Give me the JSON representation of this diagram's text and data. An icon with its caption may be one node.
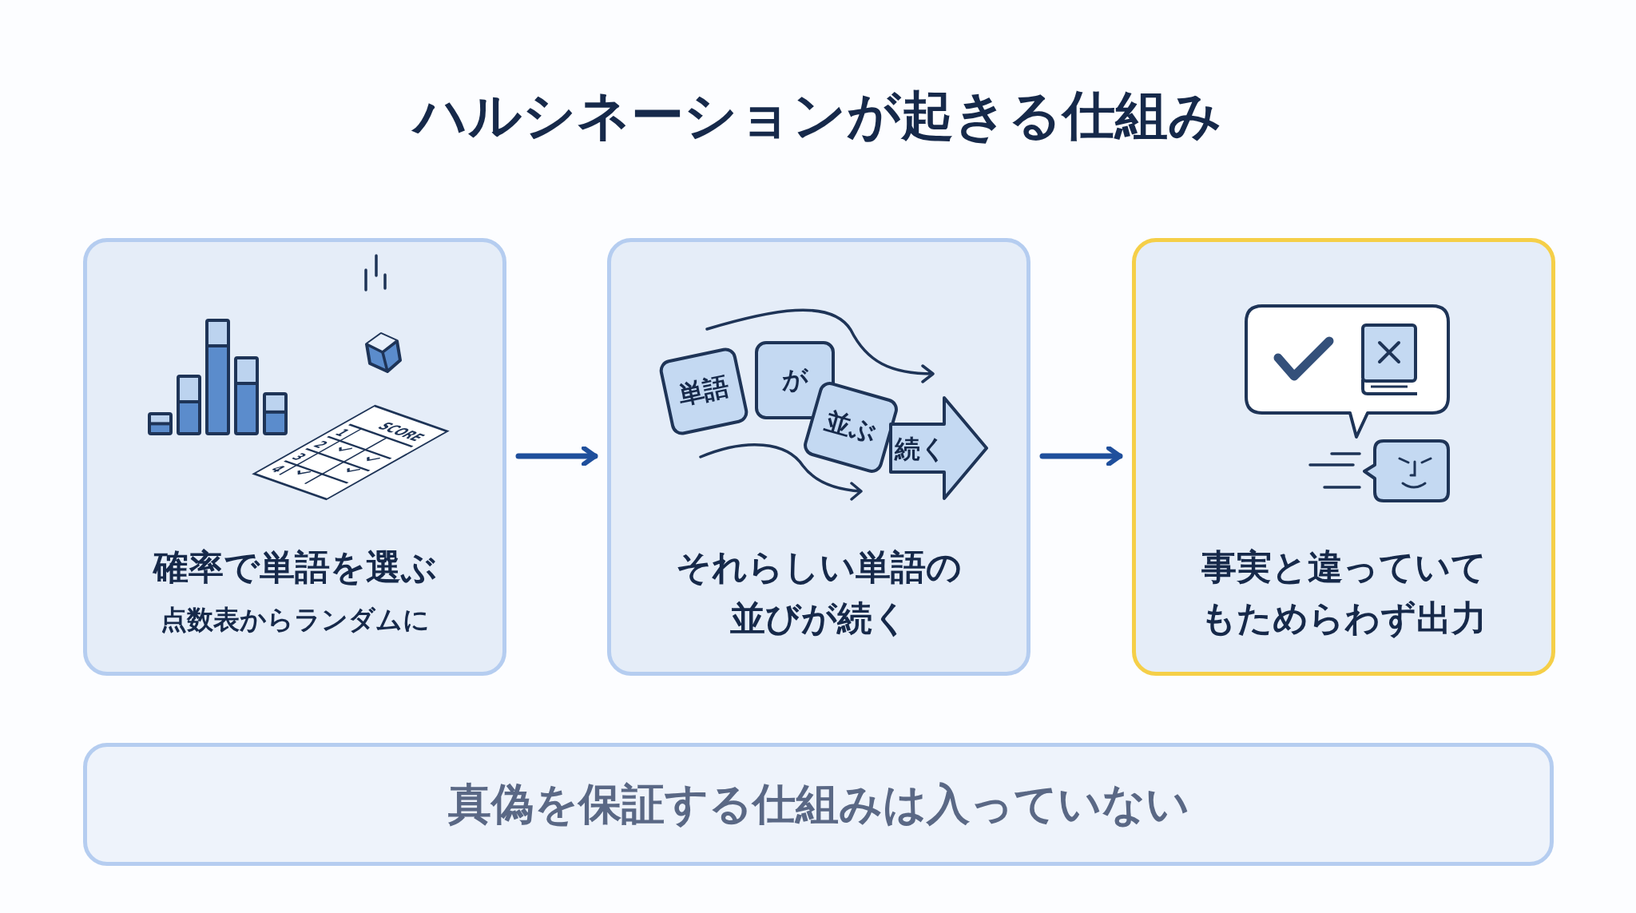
{
  "diagram": {
    "title": "ハルシネーションが起きる仕組み",
    "nodes": [
      {
        "text": [
          "確率で単語を選ぶ",
          "点数表からランダムに"
        ]
      },
      {
        "text": [
          "それらしい単語の並びが続く"
        ]
      },
      {
        "text": [
          "単語"
        ],
        "in": 1
      },
      {
        "text": [
          "が"
        ],
        "in": 1
      },
      {
        "text": [
          "並ぶ"
        ],
        "in": 1
      },
      {
        "text": [
          "続く"
        ],
        "in": 1
      },
      {
        "text": [
          "事実と違っていてもためらわず出力"
        ]
      },
      {
        "text": [
          "真偽を保証する仕組みは入っていない"
        ]
      }
    ],
    "edges": [
      {
        "from": 0,
        "to": 1,
        "arrow": "to"
      },
      {
        "from": 1,
        "to": 6,
        "arrow": "to"
      }
    ],
    "labels": [
      "SCORE",
      "1",
      "2",
      "3",
      "4"
    ]
  }
}
